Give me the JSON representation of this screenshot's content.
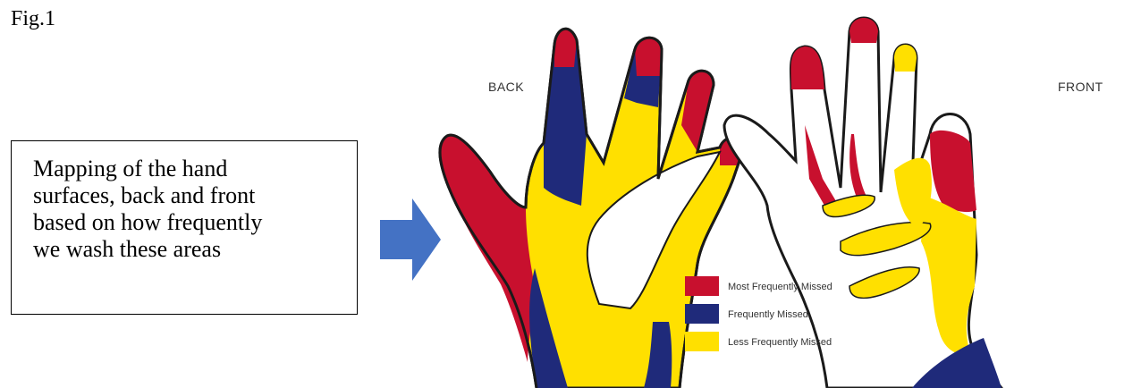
{
  "figure_label": "Fig.1",
  "caption": {
    "lines": [
      "Mapping of the hand",
      "surfaces, back and front",
      "based on how frequently",
      "we wash these areas"
    ]
  },
  "hands": {
    "back_label": "BACK",
    "front_label": "FRONT"
  },
  "legend": {
    "items": [
      {
        "label": "Most Frequently Missed",
        "color": "#c8102e"
      },
      {
        "label": "Frequently Missed",
        "color": "#1f2a7a"
      },
      {
        "label": "Less Frequently Missed",
        "color": "#ffe000"
      }
    ]
  },
  "colors": {
    "arrow": "#4472c4",
    "outline": "#1a1a1a"
  }
}
